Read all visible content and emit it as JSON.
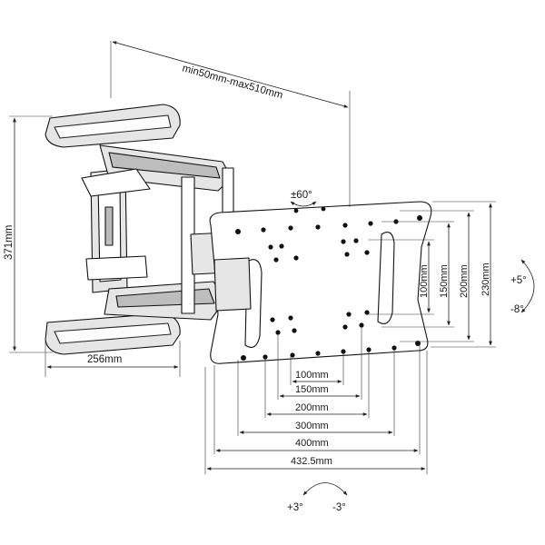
{
  "dimensions": {
    "depth_range": "min50mm-max510mm",
    "height": "371mm",
    "wall_plate_width": "256mm",
    "swivel": "±60°",
    "vesa_vertical": [
      "100mm",
      "150mm",
      "200mm",
      "230mm"
    ],
    "vesa_horizontal": [
      "100mm",
      "150mm",
      "200mm",
      "300mm",
      "400mm",
      "432.5mm"
    ],
    "tilt_up": "+5°",
    "tilt_down": "-8°",
    "level_plus": "+3°",
    "level_minus": "-3°"
  },
  "colors": {
    "line": "#111111",
    "fill_light": "#e6e6e6",
    "fill_mid": "#bdbdbd"
  }
}
